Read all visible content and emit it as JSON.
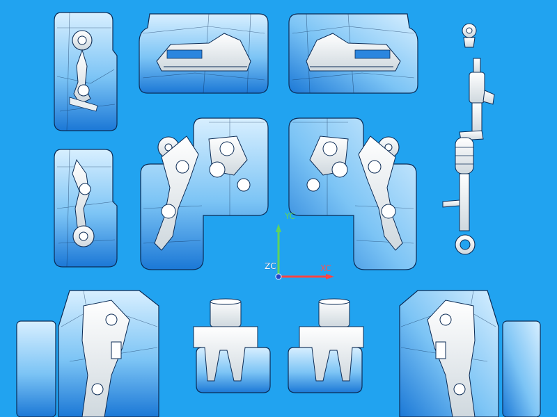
{
  "scene": {
    "background": "#21a3f0",
    "part_fill": "#bfe3f8",
    "part_fill_dark": "#2b86df",
    "part_stroke": "#0b2b55",
    "component_fill": "#f2f6f8"
  },
  "axes": {
    "y_label": "YC",
    "x_label": "XC",
    "z_label": "ZC",
    "y_color": "#5fd35f",
    "x_color": "#ff4444",
    "z_color": "#2046c8"
  }
}
